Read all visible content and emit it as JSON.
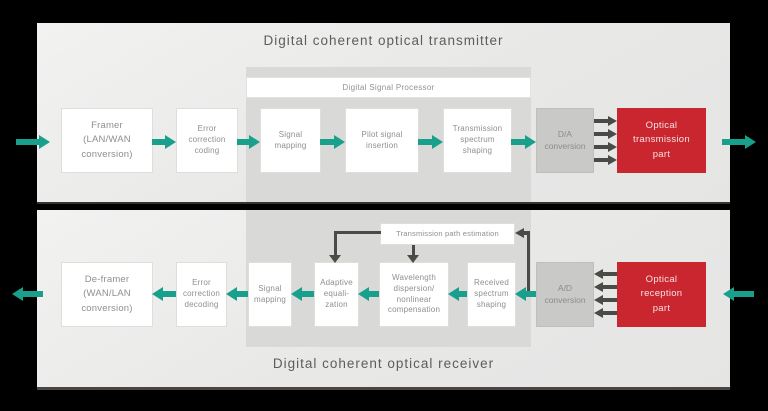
{
  "transmitter": {
    "title": "Digital coherent optical transmitter",
    "dsp_label": "Digital Signal Processor",
    "boxes": {
      "framer": "Framer\n(LAN/WAN\nconversion)",
      "error_correction": "Error\ncorrection\ncoding",
      "signal_mapping": "Signal\nmapping",
      "pilot_insertion": "Pilot signal\ninsertion",
      "spectrum_shaping": "Transmission\nspectrum\nshaping",
      "da_conversion": "D/A\nconversion",
      "optical_part": "Optical\ntransmission\npart"
    }
  },
  "receiver": {
    "title": "Digital coherent optical receiver",
    "boxes": {
      "path_estimation": "Transmission path estimation",
      "deframer": "De-framer\n(WAN/LAN\nconversion)",
      "error_correction": "Error\ncorrection\ndecoding",
      "signal_mapping": "Signal\nmapping",
      "adaptive_equalization": "Adaptive\nequali-\nzation",
      "wavelength_compensation": "Wavelength\ndispersion/\nnonlinear\ncompensation",
      "received_shaping": "Received\nspectrum\nshaping",
      "ad_conversion": "A/D\nconversion",
      "optical_part": "Optical\nreception\npart"
    }
  },
  "colors": {
    "teal": "#18a08c",
    "red": "#c9262f",
    "dark_arrow": "#4a4a47"
  }
}
